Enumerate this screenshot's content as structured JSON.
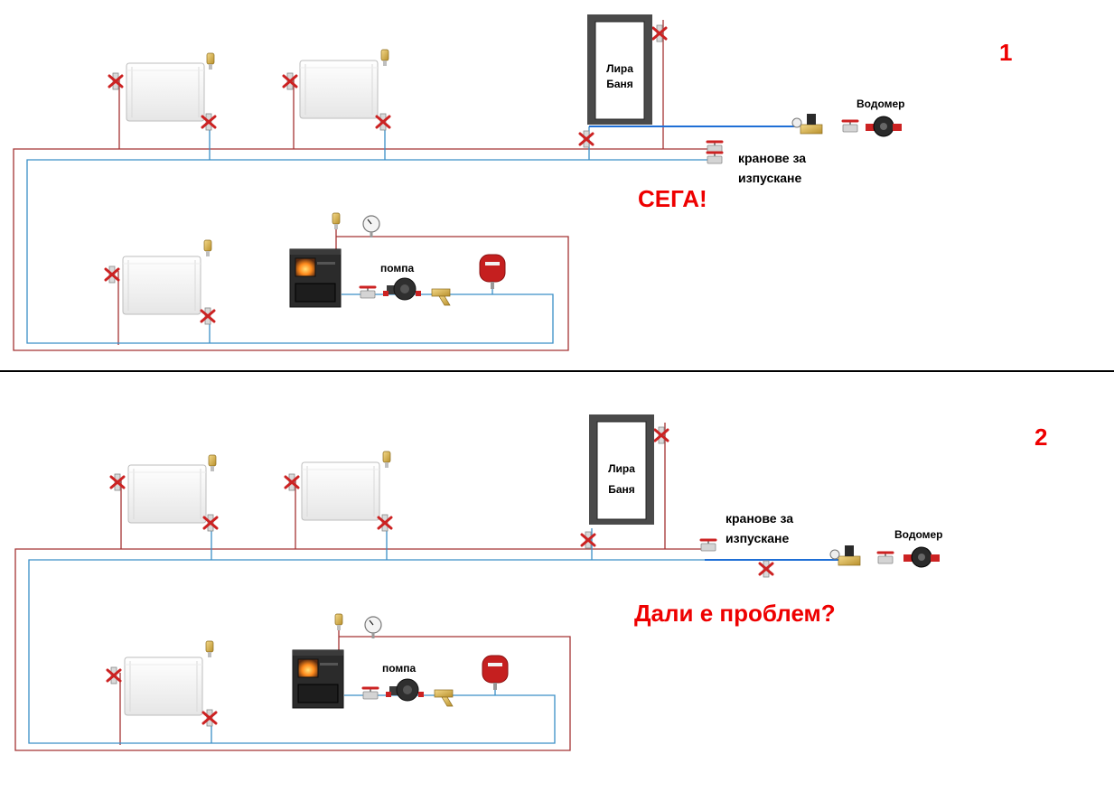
{
  "diagrams": [
    {
      "number": "1",
      "bathroom_label_line1": "Лира",
      "bathroom_label_line2": "Баня",
      "water_meter_label": "Водомер",
      "drain_valves_label_line1": "кранове за",
      "drain_valves_label_line2": "изпускане",
      "pump_label": "помпа",
      "headline": "СЕГА!"
    },
    {
      "number": "2",
      "bathroom_label_line1": "Лира",
      "bathroom_label_line2": "Баня",
      "water_meter_label": "Водомер",
      "drain_valves_label_line1": "кранове за",
      "drain_valves_label_line2": "изпускане",
      "pump_label": "помпа",
      "headline": "Дали е проблем?"
    }
  ],
  "colors": {
    "supply_pipe": "#a33333",
    "return_pipe": "#3a8fc7",
    "headline": "#ee0000",
    "divider": "#000000",
    "valve_handle": "#cc2222"
  },
  "icons": [
    "radiator-icon",
    "valve-icon",
    "air-vent-icon",
    "stove-icon",
    "pump-icon",
    "expansion-tank-icon",
    "pressure-gauge-icon",
    "filter-icon",
    "water-meter-icon",
    "pressure-reducer-icon",
    "towel-rail-icon"
  ]
}
